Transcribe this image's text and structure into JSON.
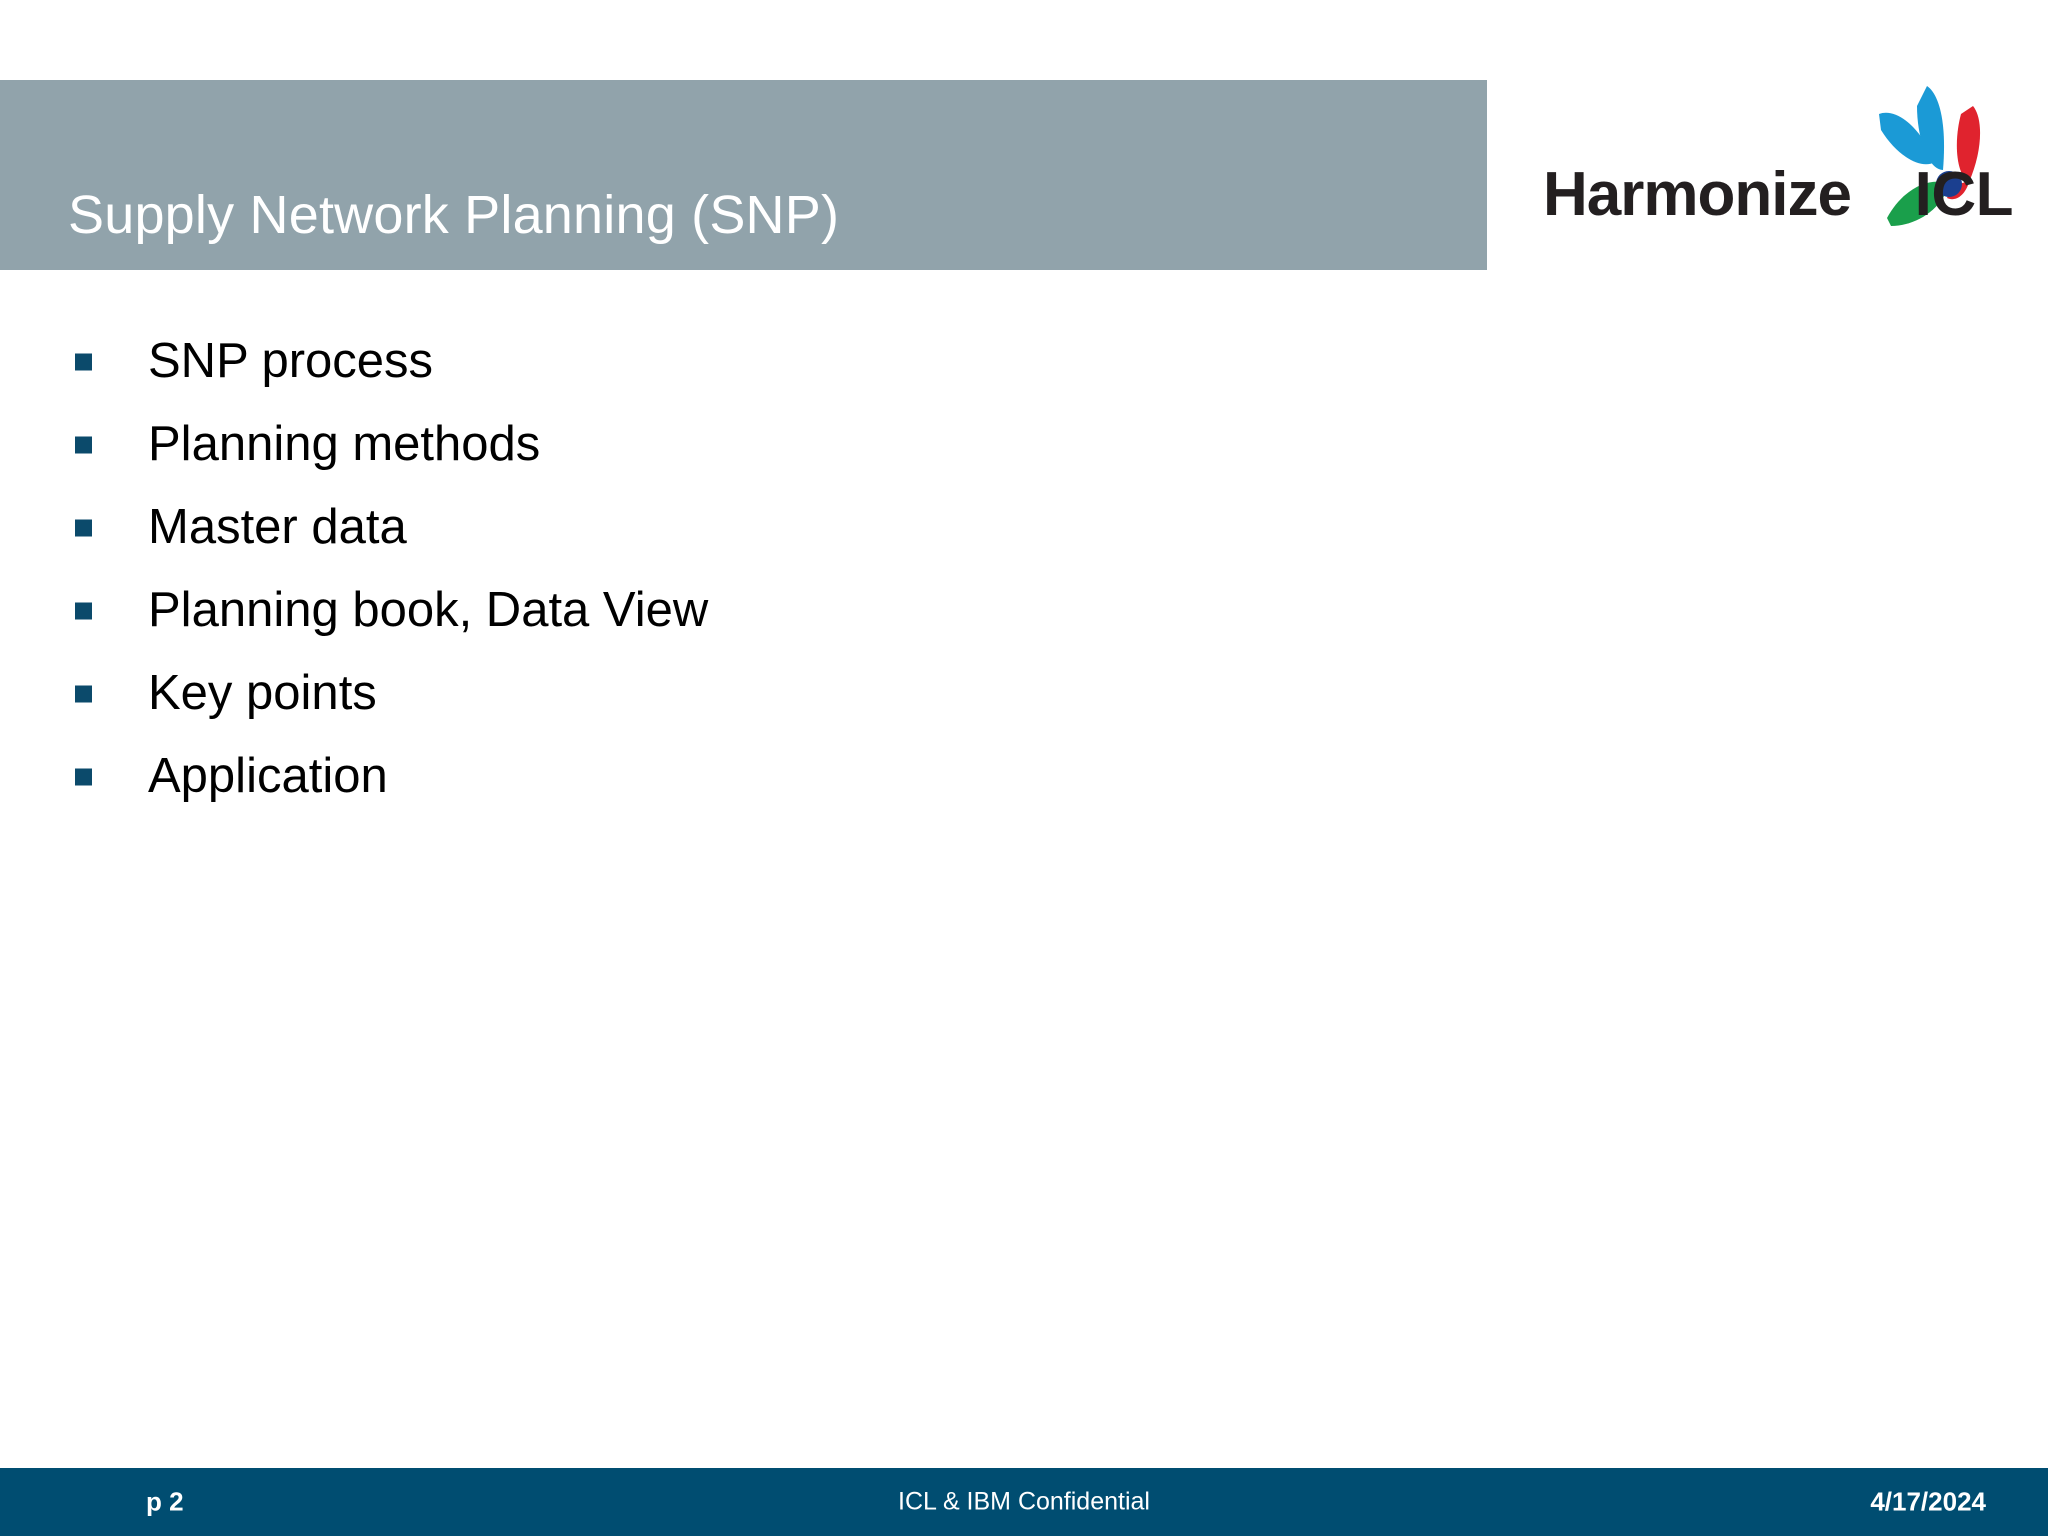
{
  "slide": {
    "title": "Supply Network Planning (SNP)",
    "bullets": [
      {
        "label": "SNP process"
      },
      {
        "label": "Planning methods"
      },
      {
        "label": "Master data"
      },
      {
        "label": "Planning book, Data View"
      },
      {
        "label": "Key points"
      },
      {
        "label": "Application"
      }
    ]
  },
  "logo": {
    "word_left": "Harmonize",
    "word_right": "ICL",
    "mark_name": "harmonize-icl-butterfly-mark",
    "colors": {
      "petal_blue": "#1b9ad6",
      "petal_blue_dark": "#1279b8",
      "petal_red": "#e0232e",
      "petal_green": "#1a9f4b",
      "center_dot": "#1b3f8f"
    }
  },
  "footer": {
    "page": "p 2",
    "confidential": "ICL & IBM Confidential",
    "date": "4/17/2024"
  },
  "theme": {
    "title_band": "#91a3ab",
    "footer_band": "#004d71",
    "bullet_marker": "#0b4a6b",
    "title_text": "#ffffff",
    "body_text": "#000000",
    "page_background": "#ffffff"
  }
}
